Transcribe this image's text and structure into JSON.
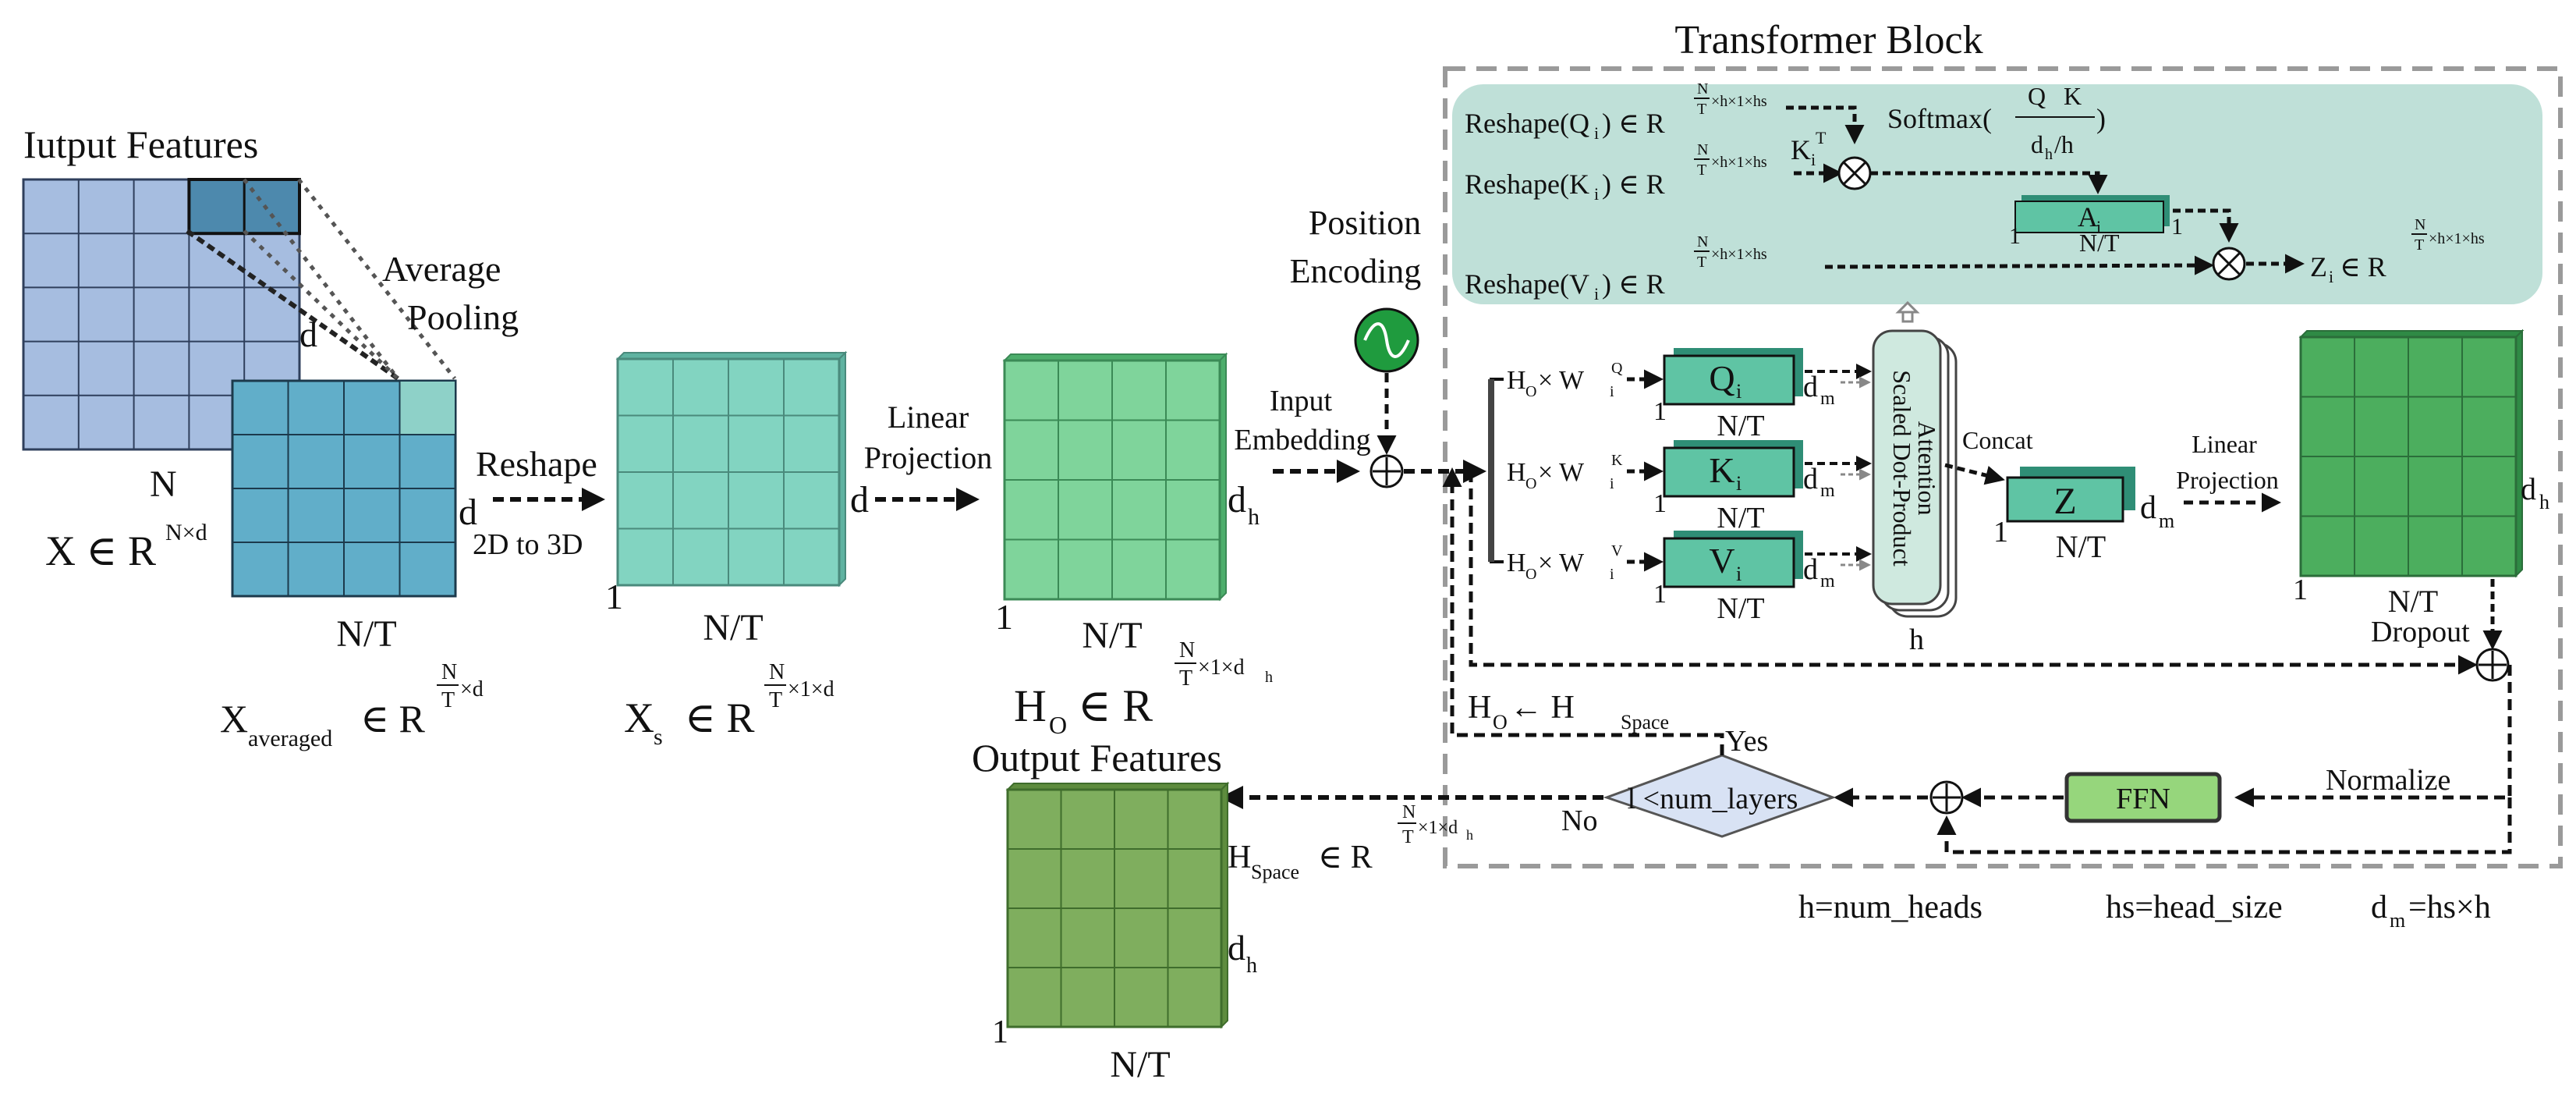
{
  "input": {
    "title": "Iutput Features",
    "n": "N",
    "x_symbol": "X ∈ R",
    "x_sup": "N×d",
    "pool_label_1": "Average",
    "pool_label_2": "Pooling",
    "d": "d"
  },
  "averaged": {
    "nt": "N/T",
    "d": "d",
    "sym": "X",
    "sym_sub": "averaged",
    "in_r": "∈ R",
    "frac_n": "N",
    "frac_t": "T",
    "sup_tail": "×d"
  },
  "reshape": {
    "label": "Reshape",
    "sub": "2D to 3D"
  },
  "xs": {
    "one": "1",
    "nt": "N/T",
    "sym": "X",
    "sym_sub": "s",
    "in_r": "∈ R",
    "frac_n": "N",
    "frac_t": "T",
    "sup_tail": "×1×d"
  },
  "linproj1": {
    "line1": "Linear",
    "line2": "Projection",
    "d": "d"
  },
  "ho": {
    "one": "1",
    "nt": "N/T",
    "dh": "d",
    "dh_sub": "h",
    "sym": "H",
    "sym_sub": "O",
    "in_r": "∈ R",
    "frac_n": "N",
    "frac_t": "T",
    "sup_tail": "×1×d",
    "sup_tail_sub": "h"
  },
  "position": {
    "line1": "Position",
    "line2": "Encoding"
  },
  "input_embedding": {
    "line1": "Input",
    "line2": "Embedding"
  },
  "transformer": {
    "title": "Transformer Block"
  },
  "attn_top": {
    "reshape_q": "Reshape(Q",
    "reshape_k": "Reshape(K",
    "reshape_v": "Reshape(V",
    "i": "i",
    "close": ") ∈ R",
    "frac_n": "N",
    "frac_t": "T",
    "sup_tail": "×h×1×hs",
    "kt": "K",
    "kt_sub": "i",
    "kt_sup": "T",
    "softmax": "Softmax(",
    "softmax_num": "Q",
    "softmax_num2": "K",
    "softmax_den": "d",
    "softmax_den_sub": "h",
    "softmax_den_tail": "/h",
    "softmax_close": ")",
    "a": "A",
    "a_sub": "i",
    "a_one_l": "1",
    "a_one_r": "1",
    "a_nt": "N/T",
    "z": "Z",
    "z_sub": "i",
    "z_in": "∈ R",
    "z_sup": "×h×1×hs"
  },
  "heads": {
    "rows": [
      {
        "w_label": "H",
        "w_sub": "O",
        "w_mid": " × W",
        "w_wsub": "i",
        "w_sup": "Q",
        "box": "Q",
        "box_sub": "i",
        "one": "1",
        "nt": "N/T",
        "dm": "d",
        "dm_sub": "m"
      },
      {
        "w_label": "H",
        "w_sub": "O",
        "w_mid": " × W",
        "w_wsub": "i",
        "w_sup": "K",
        "box": "K",
        "box_sub": "i",
        "one": "1",
        "nt": "N/T",
        "dm": "d",
        "dm_sub": "m"
      },
      {
        "w_label": "H",
        "w_sub": "O",
        "w_mid": " × W",
        "w_wsub": "i",
        "w_sup": "V",
        "box": "V",
        "box_sub": "i",
        "one": "1",
        "nt": "N/T",
        "dm": "d",
        "dm_sub": "m"
      }
    ]
  },
  "sdpa": {
    "line1": "Scaled Dot-Product",
    "line2": "Attention",
    "h": "h"
  },
  "concat": {
    "label": "Concat"
  },
  "zbox": {
    "label": "Z",
    "one": "1",
    "nt": "N/T",
    "dm": "d",
    "dm_sub": "m"
  },
  "linproj2": {
    "line1": "Linear",
    "line2": "Projection",
    "dh": "d",
    "dh_sub": "h",
    "one": "1",
    "nt": "N/T"
  },
  "dropout": {
    "label": "Dropout"
  },
  "normalize": {
    "label": "Normalize"
  },
  "ffn": {
    "label": "FFN"
  },
  "loop": {
    "update": "H",
    "update_sub": "O",
    "update_arrow": " ← H",
    "update_sub2": "Space",
    "yes": "Yes",
    "no": "No",
    "cond": "l <num_layers"
  },
  "output": {
    "title": "Output Features",
    "sym": "H",
    "sym_sub": "Space",
    "in_r": "∈ R",
    "frac_n": "N",
    "frac_t": "T",
    "sup_tail": "×1×d",
    "sup_tail_sub": "h",
    "dh": "d",
    "dh_sub": "h",
    "one": "1",
    "nt": "N/T"
  },
  "legend": {
    "heads": "h=num_heads",
    "hs": "hs=head_size",
    "dm": "d",
    "dm_sub": "m",
    "dm_tail": "=hs×h"
  },
  "colors": {
    "blue_grid": "#a6bde0",
    "blue_dark": "#4d89ad",
    "teal_grid": "#61aec9",
    "mint_grid": "#82d4c1",
    "green_grid": "#7fd49b",
    "dkgreen_grid": "#4cae5e",
    "out_grid": "#7fae5e",
    "attn_bg": "#bfe0d8",
    "head_box": "#5fc4a4",
    "ffn_box": "#96d67c",
    "cond_fill": "#d8e2f4"
  }
}
